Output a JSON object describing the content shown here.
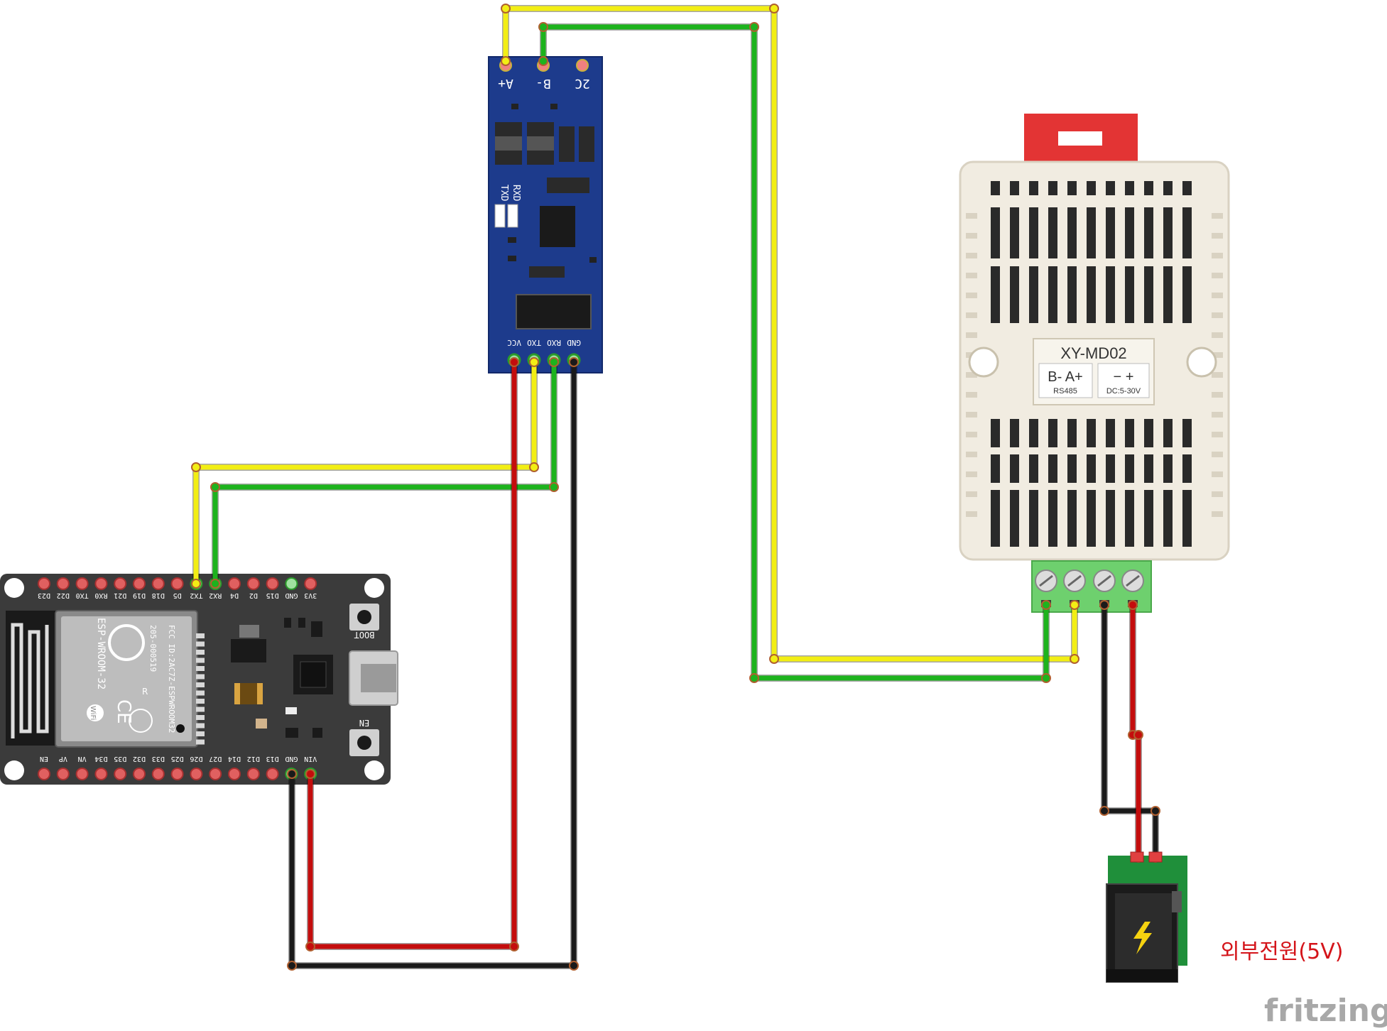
{
  "colors": {
    "wire_yellow": "#f2ee14",
    "wire_green": "#1db31d",
    "wire_red": "#c40d0d",
    "wire_black": "#1a1a1a",
    "esp_board": "#3b3b3b",
    "rs485_board": "#1d3b8c",
    "sensor_body": "#f1ece1",
    "sensor_terminal": "#6ed06e",
    "sensor_clip": "#e33434",
    "jack_board": "#1f8f3a",
    "power_label": "#d4141a",
    "brand": "#a8a8a8"
  },
  "esp32": {
    "module_label": "ESP-WROOM-32",
    "fcc_label": "FCC ID:2AC7Z-ESPWROOM32",
    "cert_label": "205-000519",
    "wifi_label": "WiFi",
    "ce_label": "CE",
    "r_label": "R",
    "boot_label": "BOOT",
    "en_label": "EN",
    "top_pins": [
      "D23",
      "D22",
      "TX0",
      "RX0",
      "D21",
      "D19",
      "D18",
      "D5",
      "TX2",
      "RX2",
      "D4",
      "D2",
      "D15",
      "GND",
      "3V3"
    ],
    "bottom_pins": [
      "EN",
      "VP",
      "VN",
      "D34",
      "D35",
      "D32",
      "D33",
      "D25",
      "D26",
      "D27",
      "D14",
      "D12",
      "D13",
      "GND",
      "VIN"
    ]
  },
  "rs485": {
    "top_labels": [
      "A+",
      "B-",
      "2C"
    ],
    "side_labels": [
      "TXD",
      "RXD"
    ],
    "bottom_pins": [
      "VCC",
      "TXO",
      "RXO",
      "GND"
    ]
  },
  "sensor": {
    "model": "XY-MD02",
    "terminal_left": "B- A+",
    "terminal_left_sub": "RS485",
    "terminal_right": "−  +",
    "terminal_right_sub": "DC:5-30V"
  },
  "power": {
    "label": "외부전원(5V)"
  },
  "brand": "fritzing"
}
